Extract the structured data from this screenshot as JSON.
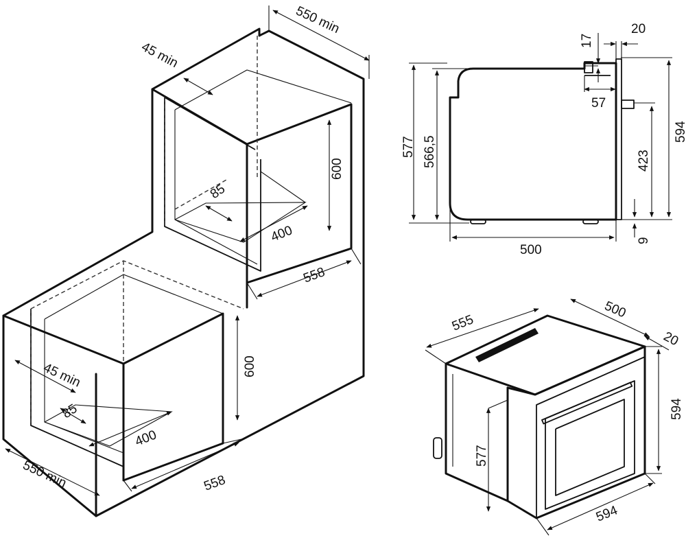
{
  "diagram": {
    "dimensions": {
      "upper_depth_min": "550 min",
      "upper_vent_min": "45 min",
      "upper_height": "600",
      "upper_rear_gap": "85",
      "upper_inner_depth": "400",
      "upper_width": "558",
      "lower_vent_min": "45 min",
      "lower_height": "600",
      "lower_rear_gap": "85",
      "lower_inner_depth": "400",
      "lower_depth_min": "550 min",
      "lower_width": "558",
      "side_top_left": "17",
      "side_top_right": "20",
      "side_height_577": "577",
      "side_height_5665": "566,5",
      "side_bracket_57": "57",
      "side_handle_423": "423",
      "side_total_594": "594",
      "side_bottom_9": "9",
      "side_depth_500": "500",
      "iso_width_555": "555",
      "iso_depth_500": "500",
      "iso_front_20": "20",
      "iso_height_594": "594",
      "iso_height_577": "577",
      "iso_width_594": "594"
    },
    "watermark": "",
    "arrowhead_color": "#111111"
  }
}
